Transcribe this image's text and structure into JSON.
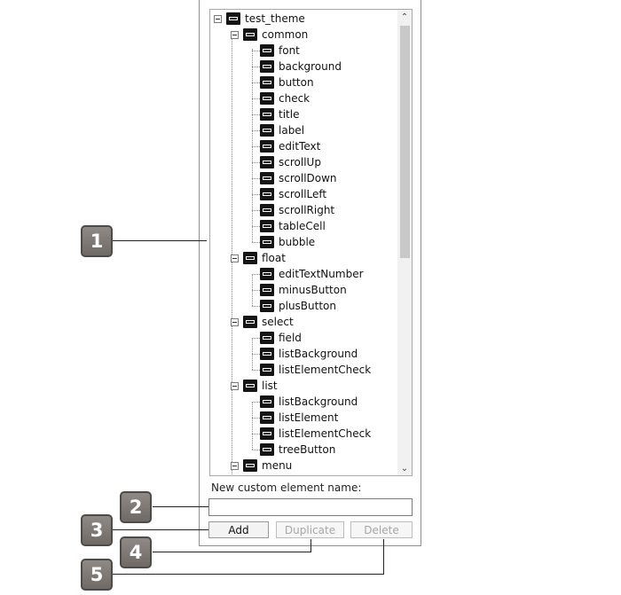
{
  "tree": {
    "root": "test_theme",
    "items": [
      {
        "label": "test_theme",
        "level": 0,
        "expanded": true
      },
      {
        "label": "common",
        "level": 1,
        "expanded": true
      },
      {
        "label": "font",
        "level": 2
      },
      {
        "label": "background",
        "level": 2
      },
      {
        "label": "button",
        "level": 2
      },
      {
        "label": "check",
        "level": 2
      },
      {
        "label": "title",
        "level": 2
      },
      {
        "label": "label",
        "level": 2
      },
      {
        "label": "editText",
        "level": 2
      },
      {
        "label": "scrollUp",
        "level": 2
      },
      {
        "label": "scrollDown",
        "level": 2
      },
      {
        "label": "scrollLeft",
        "level": 2
      },
      {
        "label": "scrollRight",
        "level": 2
      },
      {
        "label": "tableCell",
        "level": 2
      },
      {
        "label": "bubble",
        "level": 2
      },
      {
        "label": "float",
        "level": 1,
        "expanded": true
      },
      {
        "label": "editTextNumber",
        "level": 2
      },
      {
        "label": "minusButton",
        "level": 2
      },
      {
        "label": "plusButton",
        "level": 2
      },
      {
        "label": "select",
        "level": 1,
        "expanded": true
      },
      {
        "label": "field",
        "level": 2
      },
      {
        "label": "listBackground",
        "level": 2
      },
      {
        "label": "listElementCheck",
        "level": 2
      },
      {
        "label": "list",
        "level": 1,
        "expanded": true
      },
      {
        "label": "listBackground",
        "level": 2
      },
      {
        "label": "listElement",
        "level": 2
      },
      {
        "label": "listElementCheck",
        "level": 2
      },
      {
        "label": "treeButton",
        "level": 2
      },
      {
        "label": "menu",
        "level": 1,
        "expanded": true
      }
    ]
  },
  "form": {
    "name_label": "New custom element name:",
    "name_value": "",
    "add_label": "Add",
    "duplicate_label": "Duplicate",
    "delete_label": "Delete"
  },
  "callouts": [
    "1",
    "2",
    "3",
    "4",
    "5"
  ],
  "icons": {
    "node": "theme-node-icon",
    "expander": "collapse-minus-icon",
    "scroll_up": "chevron-up-icon",
    "scroll_down": "chevron-down-icon"
  },
  "colors": {
    "callout_fill": "#7d7874",
    "callout_border": "#4e4a47",
    "scroll_thumb": "#c8c8c8",
    "disabled_text": "#a7a7a7"
  }
}
